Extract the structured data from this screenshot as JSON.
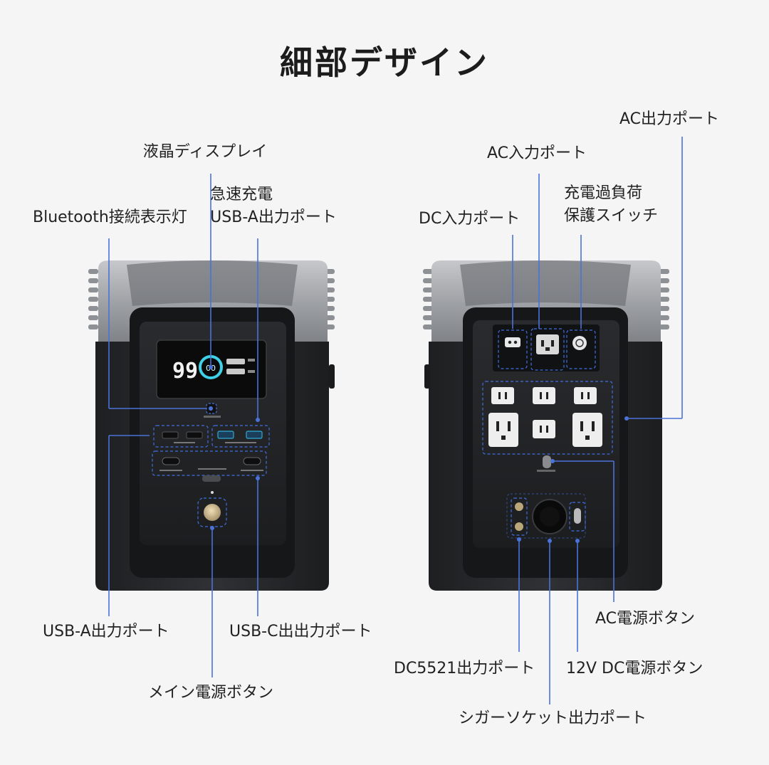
{
  "title": "細部デザイン",
  "front": {
    "lcd_display": "液晶ディスプレイ",
    "fast_usb_a_line1": "急速充電",
    "fast_usb_a_line2": "USB-A出力ポート",
    "bluetooth_indicator": "Bluetooth接続表示灯",
    "usb_a_output": "USB-A出力ポート",
    "usb_c_output": "USB-C出出力ポート",
    "main_power_button": "メイン電源ボタン",
    "screen_value": "99",
    "screen_badge": "00"
  },
  "rear": {
    "ac_output": "AC出力ポート",
    "ac_input": "AC入力ポート",
    "overload_line1": "充電過負荷",
    "overload_line2": "保護スイッチ",
    "dc_input": "DC入力ポート",
    "ac_power_button": "AC電源ボタン",
    "dc5521_output": "DC5521出力ポート",
    "dc12v_button": "12V DC電源ボタン",
    "cigarette_output": "シガーソケット出力ポート"
  },
  "colors": {
    "leader_line": "#4a72d8",
    "dash_box": "#3f6fe0",
    "body_dark": "#2b2c2f",
    "body_top": "#9a9da1",
    "panel": "#222325",
    "screen_ring": "#3fd1e8"
  }
}
